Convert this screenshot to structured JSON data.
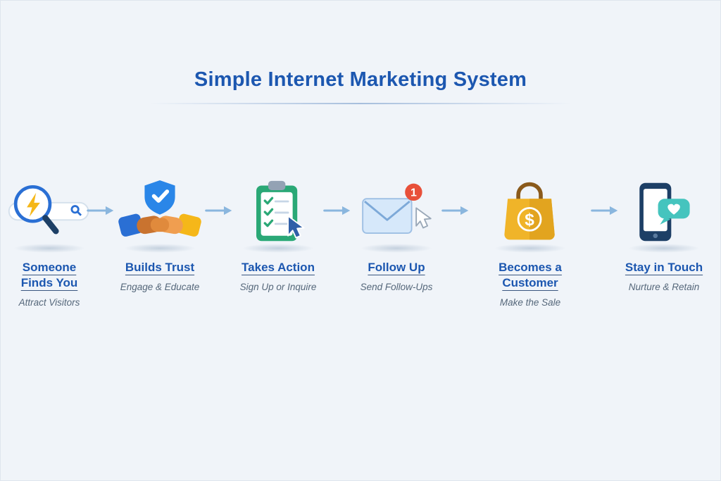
{
  "title": "Simple Internet Marketing System",
  "steps": [
    {
      "label": "Someone Finds You",
      "sublabel": "Attract Visitors",
      "icon": "search-magnifier-icon"
    },
    {
      "label": "Builds Trust",
      "sublabel": "Engage & Educate",
      "icon": "handshake-shield-icon"
    },
    {
      "label": "Takes Action",
      "sublabel": "Sign Up or Inquire",
      "icon": "clipboard-checklist-icon"
    },
    {
      "label": "Follow Up",
      "sublabel": "Send Follow-Ups",
      "icon": "envelope-notification-icon",
      "badge": "1"
    },
    {
      "label": "Becomes a Customer",
      "sublabel": "Make the Sale",
      "icon": "shopping-bag-icon",
      "currency": "$"
    },
    {
      "label": "Stay in Touch",
      "sublabel": "Nurture & Retain",
      "icon": "phone-chat-heart-icon"
    }
  ],
  "colors": {
    "background": "#f0f4f9",
    "title": "#1c57b0",
    "step_label": "#1c57b0",
    "step_sublabel": "#55677a",
    "arrow": "#8ab6de",
    "badge_red": "#e8503a",
    "accent_yellow": "#f0b429",
    "accent_green": "#2aa876",
    "accent_teal": "#45c4be",
    "accent_blue": "#2a6fd4",
    "navy": "#1d3f66"
  }
}
